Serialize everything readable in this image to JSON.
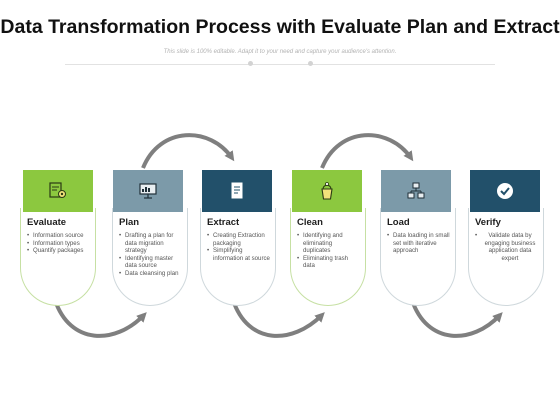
{
  "header": {
    "title": "Data Transformation Process with Evaluate Plan and Extract",
    "subtitle": "This slide is 100% editable. Adapt it to your need and capture your audience's attention."
  },
  "colors": {
    "green": "#8cc83f",
    "steel": "#7c9aa9",
    "navy": "#22506a",
    "arrow": "#7f7f7f"
  },
  "steps": [
    {
      "title": "Evaluate",
      "icon": "document-gear-icon",
      "bullets": [
        "Information source",
        "Information types",
        "Quantify packages"
      ]
    },
    {
      "title": "Plan",
      "icon": "presentation-board-icon",
      "bullets": [
        "Drafting a plan for data migration strategy",
        "Identifying master data source",
        "Data cleansing plan"
      ]
    },
    {
      "title": "Extract",
      "icon": "report-document-icon",
      "bullets": [
        "Creating Extraction packaging",
        "Simplifying information at source"
      ]
    },
    {
      "title": "Clean",
      "icon": "cleaning-bucket-icon",
      "bullets": [
        "Identifying and eliminating duplicates",
        "Eliminating trash data"
      ]
    },
    {
      "title": "Load",
      "icon": "network-servers-icon",
      "bullets": [
        "Data loading in small set with iterative approach"
      ]
    },
    {
      "title": "Verify",
      "icon": "checkmark-circle-icon",
      "bullets": [
        "Validate data by engaging business application data expert"
      ]
    }
  ]
}
